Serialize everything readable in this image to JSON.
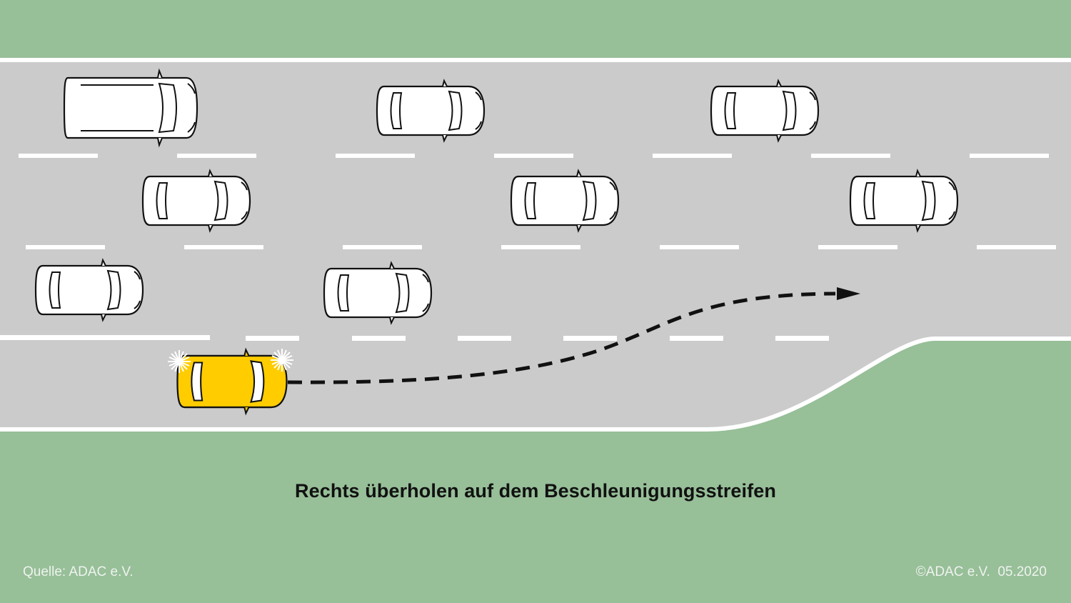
{
  "caption": "Rechts überholen auf dem Beschleunigungsstreifen",
  "source": "Quelle: ADAC e.V.",
  "copyright": "©ADAC e.V.  05.2020",
  "colors": {
    "grass": "#97bf98",
    "road": "#cbcbcb",
    "marking": "#ffffff",
    "car_body": "#ffffff",
    "car_outline": "#111111",
    "highlight_car": "#ffcc00",
    "path": "#111111"
  },
  "icons": {
    "vehicle": "car-icon",
    "van": "van-icon",
    "hazard_flash": "flash-icon",
    "path_arrow": "arrow-right-icon"
  }
}
